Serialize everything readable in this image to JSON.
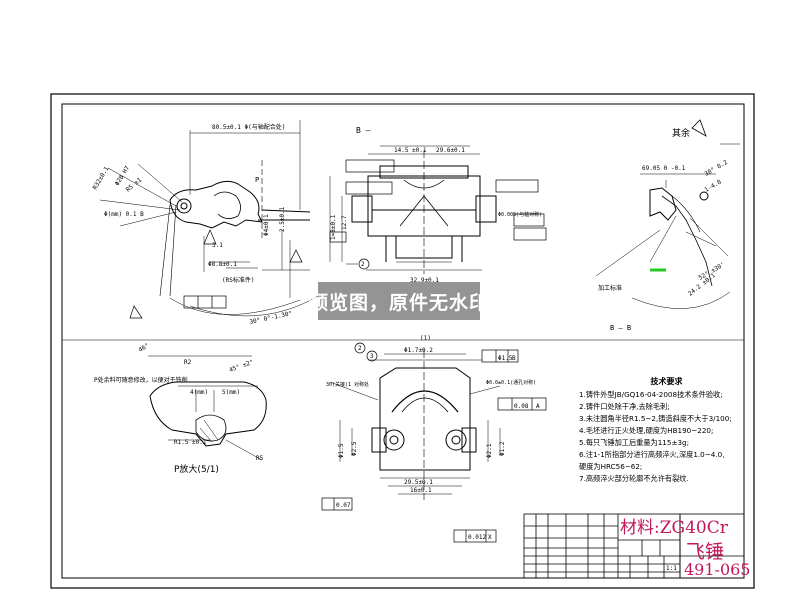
{
  "view_labels": {
    "section_b": "B —",
    "section_b_b": "B — B",
    "detail_p": "P放大(5/1)",
    "rest": "其余",
    "note_leader": "P处余料可随意修改，以便对于铣削"
  },
  "watermark": "预览图，原件无水印",
  "tech_requirements": {
    "title": "技术要求",
    "items": [
      "1.铸件外型JB/GQ16-04-2008技术条件验收;",
      "2.铸件口处除干净,去除毛刺;",
      "3.未注圆角半径R1.5~2,铸造斜度不大于3/100;",
      "4.毛坯进行正火处理,硬度为HB190~220;",
      "5.每只飞锤加工后重量为115±3g;",
      "6.注1-1所指部分进行高频淬火,深度1.0~4.0,",
      "   硬度为HRC56~62;",
      "7.高频淬火部分轮廓不允许有裂纹."
    ]
  },
  "title_block": {
    "material": "材料:ZG40Cr",
    "part_name": "飞锤",
    "drawing_number": "491-065",
    "scale": "1:1"
  },
  "callouts": {
    "balloon_1": "1",
    "balloon_2": "2",
    "balloon_3": "3",
    "dim_a": "Φ1.5",
    "dim_b": "0.07",
    "dim_c": "0.012",
    "dim_d": "0.08",
    "datum_b": "B",
    "datum_a": "A",
    "datum_x": "X"
  },
  "colors": {
    "line": "#000000",
    "material_text": "#c2185b",
    "green_mark": "#22cc22",
    "watermark_bg": "#8c8c8c"
  }
}
